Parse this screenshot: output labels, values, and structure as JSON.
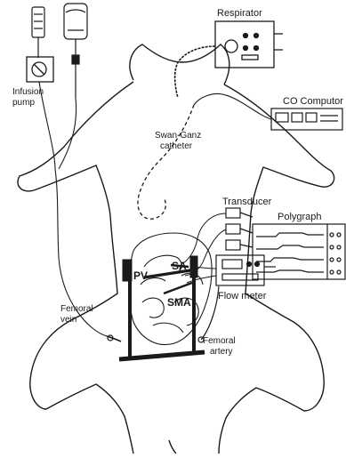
{
  "labels": {
    "respirator": "Respirator",
    "infusion_pump_line1": "Infusion",
    "infusion_pump_line2": "pump",
    "co_computer": "CO Computor",
    "swan_ganz_line1": "Swan-Ganz",
    "swan_ganz_line2": "catheter",
    "transducer": "Transducer",
    "polygraph": "Polygraph",
    "pv": "PV",
    "sa": "SA",
    "sma": "SMA",
    "flow_meter": "Flow meter",
    "femoral_vein_line1": "Femoral",
    "femoral_vein_line2": "vein",
    "femoral_artery_line1": "Femoral",
    "femoral_artery_line2": "artery"
  }
}
